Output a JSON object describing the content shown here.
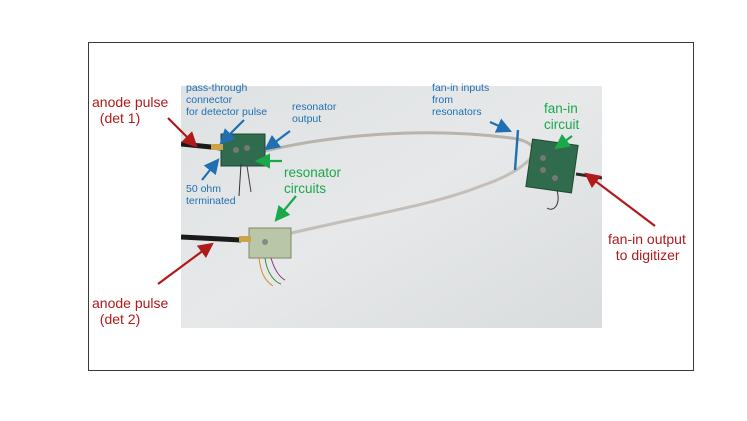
{
  "labels": {
    "anode1": "anode pulse\n  (det 1)",
    "anode2": "anode pulse\n  (det 2)",
    "pass_through": "pass-through\nconnector\nfor detector pulse",
    "resonator_output": "resonator\noutput",
    "fifty_ohm": "50 ohm\nterminated",
    "resonator_circuits": "resonator\ncircuits",
    "fanin_inputs": "fan-in inputs\nfrom\nresonators",
    "fanin_circuit": "fan-in\ncircuit",
    "fanin_output": "fan-in output\n  to digitizer"
  },
  "colors": {
    "red": "#b01a1a",
    "blue": "#1f6fb2",
    "green": "#1aa84a"
  }
}
